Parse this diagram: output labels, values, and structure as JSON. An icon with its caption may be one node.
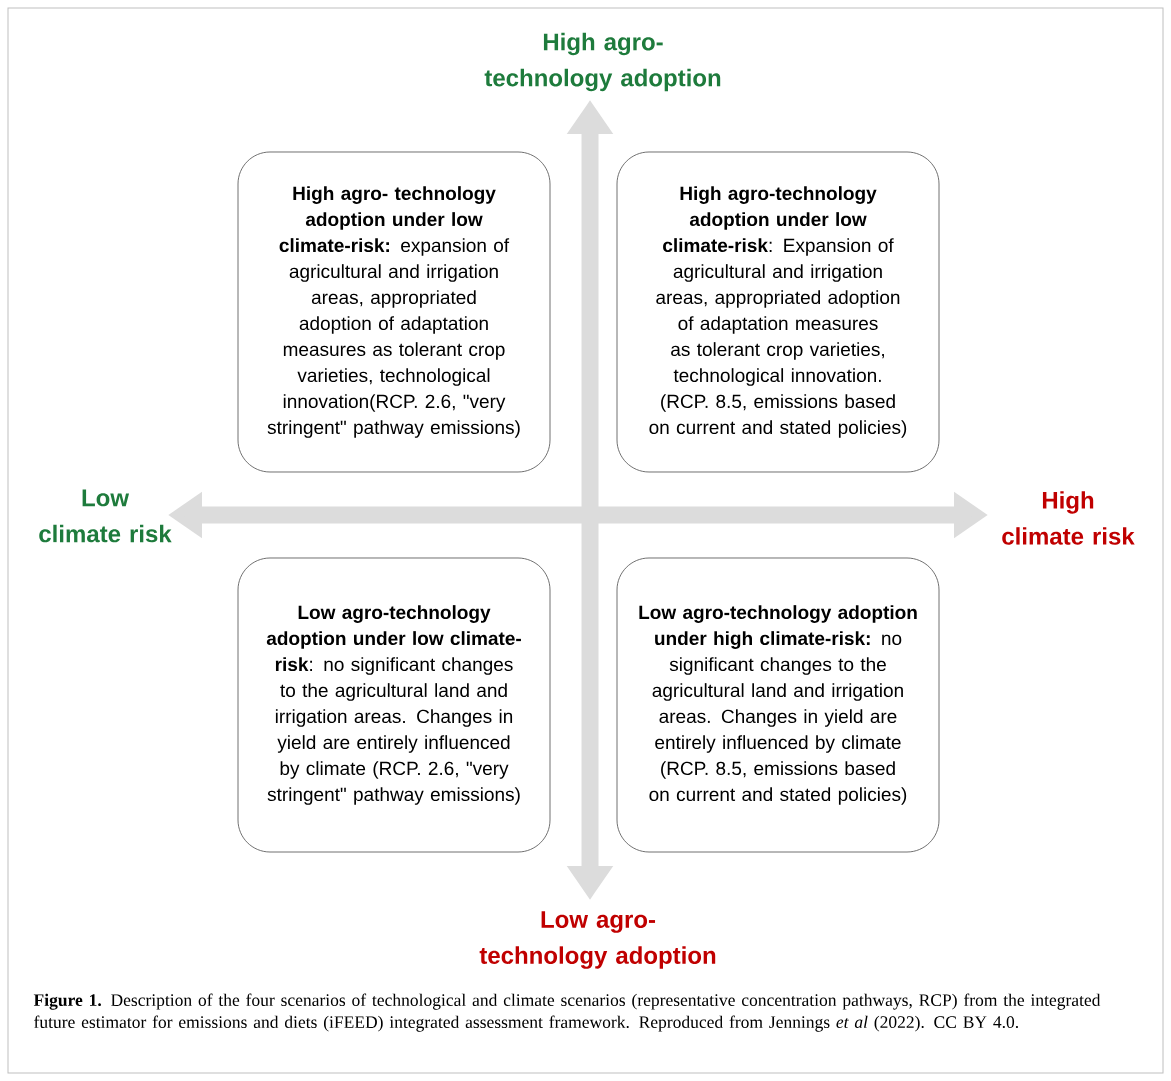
{
  "diagram": {
    "caption": "**Figure 1.** Description of the four scenarios of technological and climate scenarios (representative concentration pathways, RCP) from the integrated future estimator for emissions and diets (iFEED) integrated assessment framework. Reproduced from Jennings *et al* (2022). CC BY 4.0.",
    "nodes": [
      {
        "text": [
          "**High agro- technology adoption under low climate-risk:** expansion of agricultural and irrigation areas, appropriated adoption of adaptation measures as tolerant crop varieties, technological innovation(RCP. 2.6, \"very stringent\" pathway emissions)"
        ]
      },
      {
        "text": [
          "**High agro-technology adoption under low climate-risk**: Expansion of agricultural and irrigation areas, appropriated adoption of adaptation measures as tolerant crop varieties, technological innovation. (RCP. 8.5, emissions based on current and stated policies)"
        ]
      },
      {
        "text": [
          "**Low agro-technology adoption under low climate-risk**:  no significant changes to the agricultural land and irrigation areas. Changes in yield are entirely influenced by climate (RCP. 2.6, \"very stringent\" pathway emissions)"
        ]
      },
      {
        "text": [
          "**Low agro-technology adoption under high climate-risk:** no significant changes to the agricultural land and irrigation areas. Changes in yield are entirely influenced by climate (RCP. 8.5, emissions based on current and stated policies)"
        ]
      }
    ],
    "labels": [
      "High agro-technology adoption",
      "Low climate risk",
      "High climate risk",
      "Low agro-technology adoption"
    ]
  }
}
